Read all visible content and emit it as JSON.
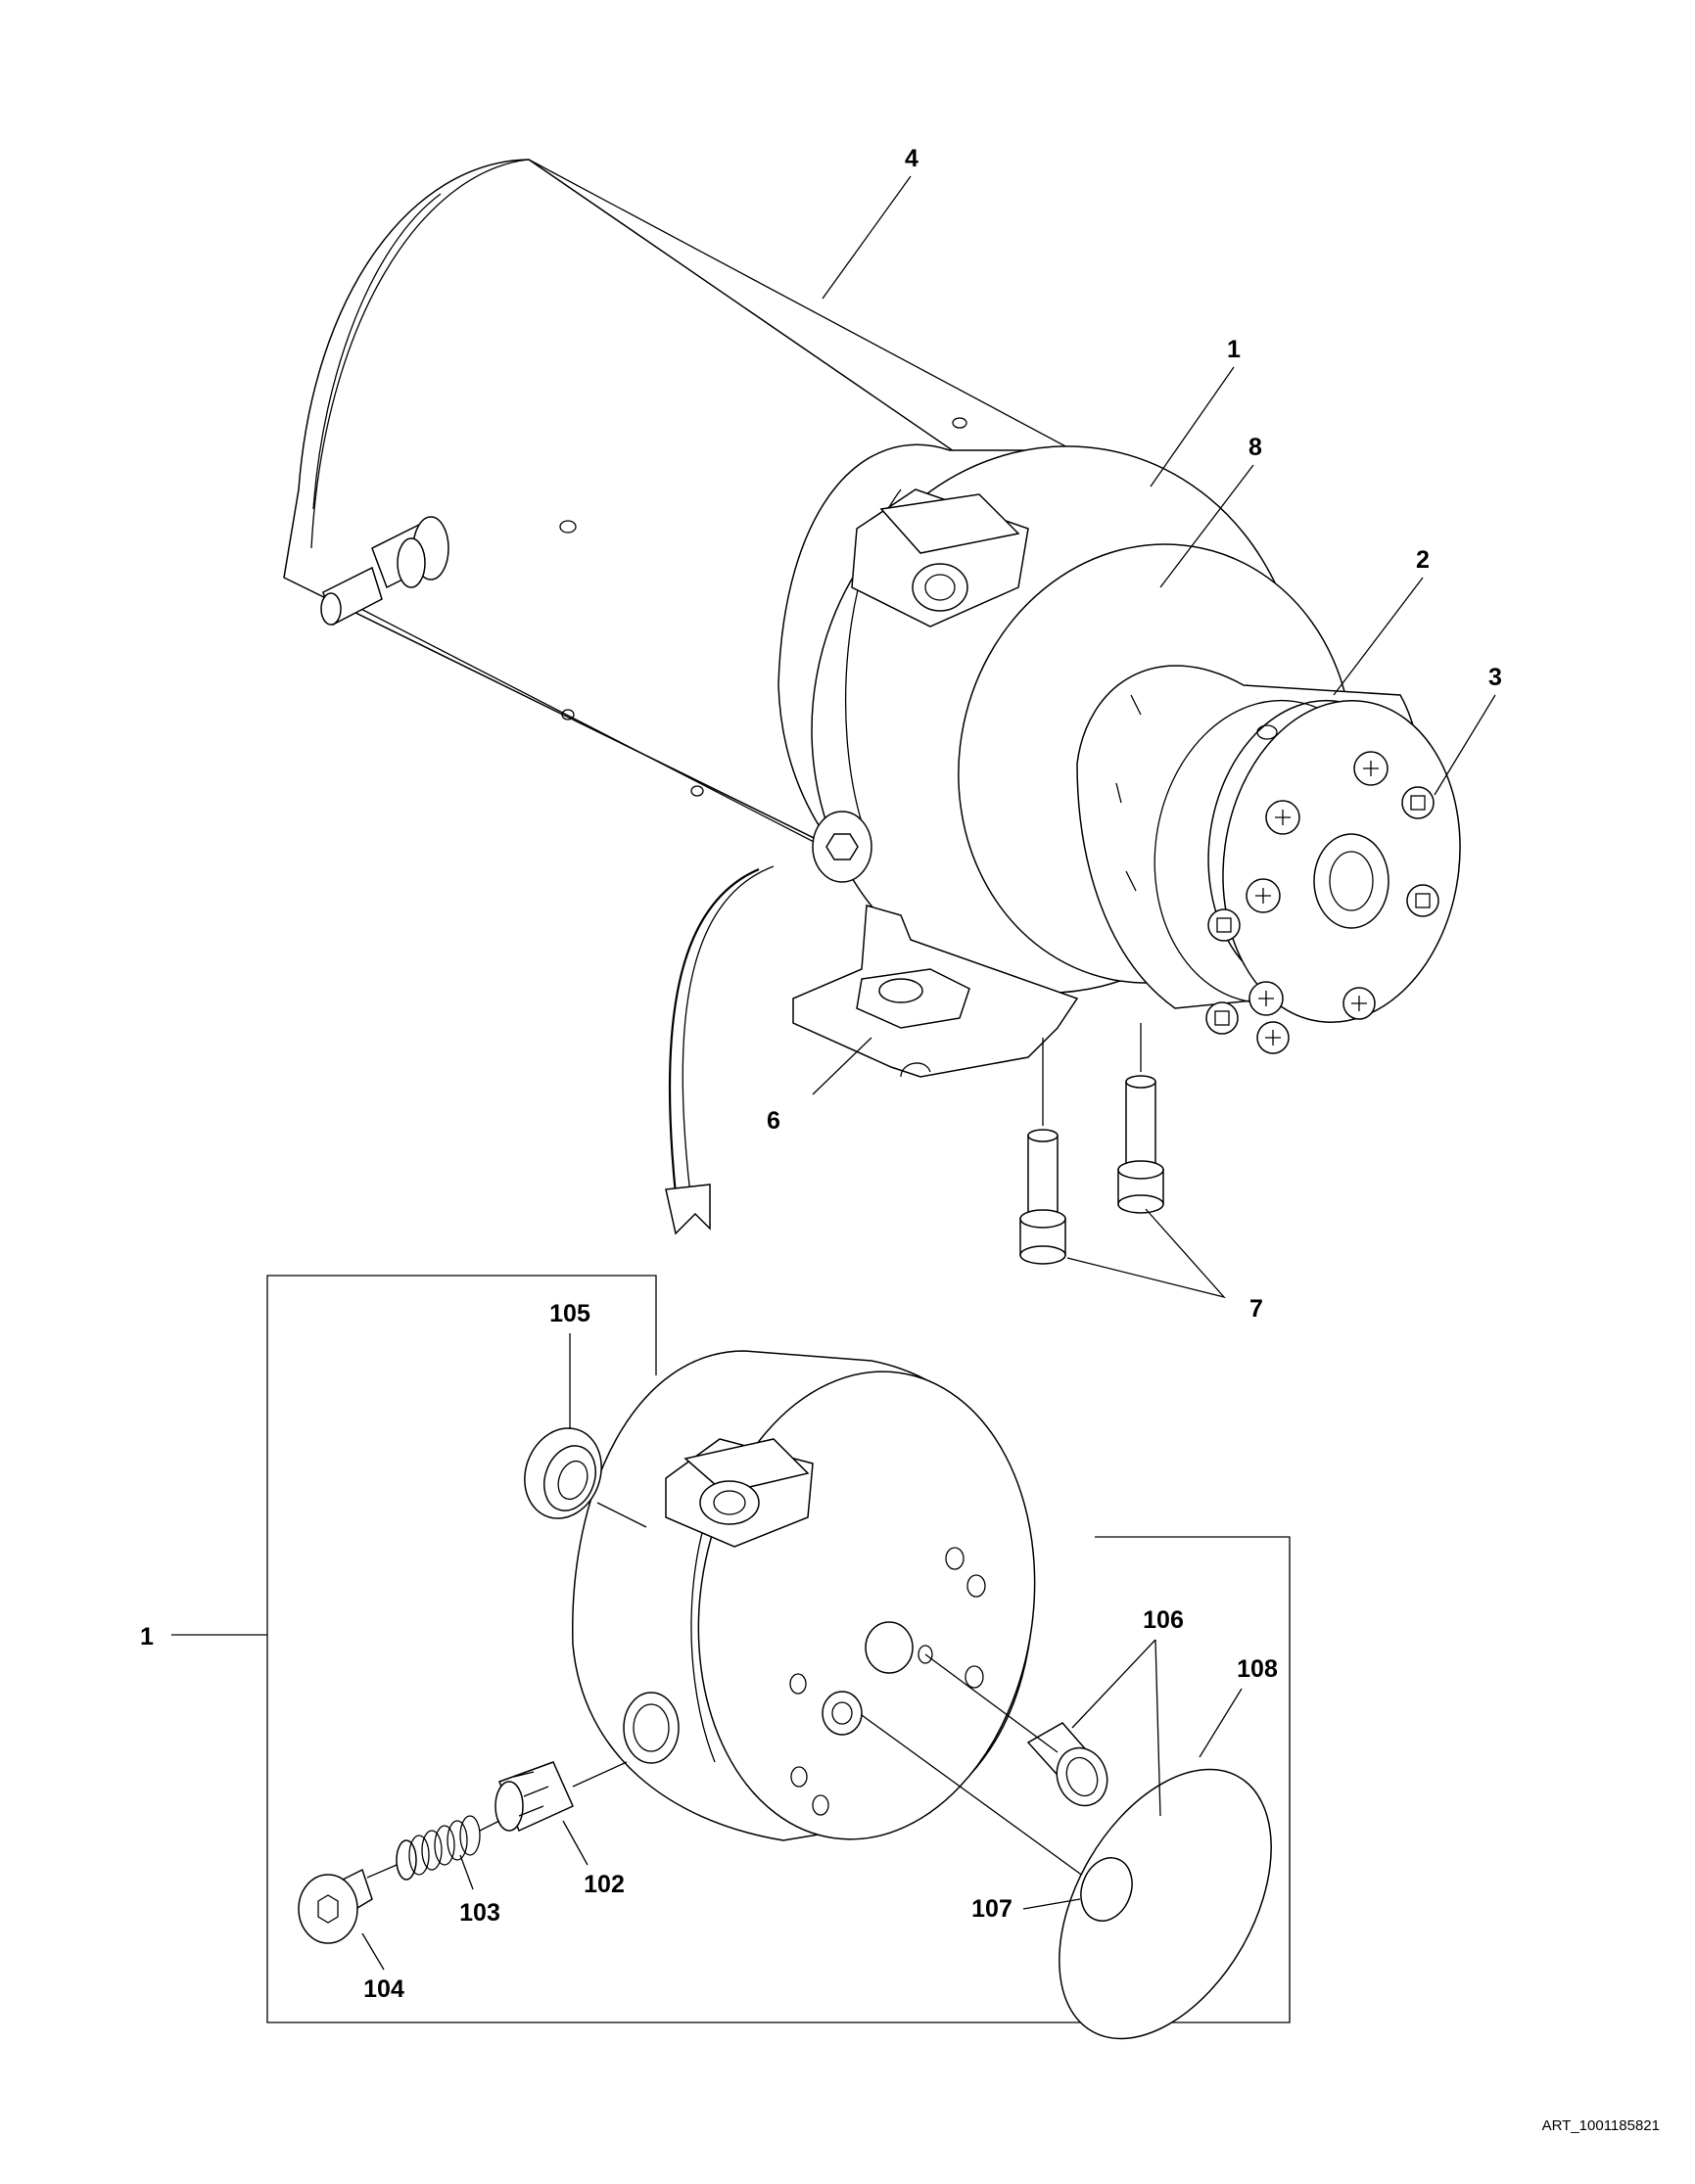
{
  "figure": {
    "art_reference": "ART_1001185821",
    "callouts": {
      "c4": "4",
      "c1_top": "1",
      "c8": "8",
      "c2": "2",
      "c3": "3",
      "c6": "6",
      "c7": "7",
      "c1_detail": "1",
      "c105": "105",
      "c106": "106",
      "c108": "108",
      "c102": "102",
      "c103": "103",
      "c104": "104",
      "c107": "107"
    }
  }
}
